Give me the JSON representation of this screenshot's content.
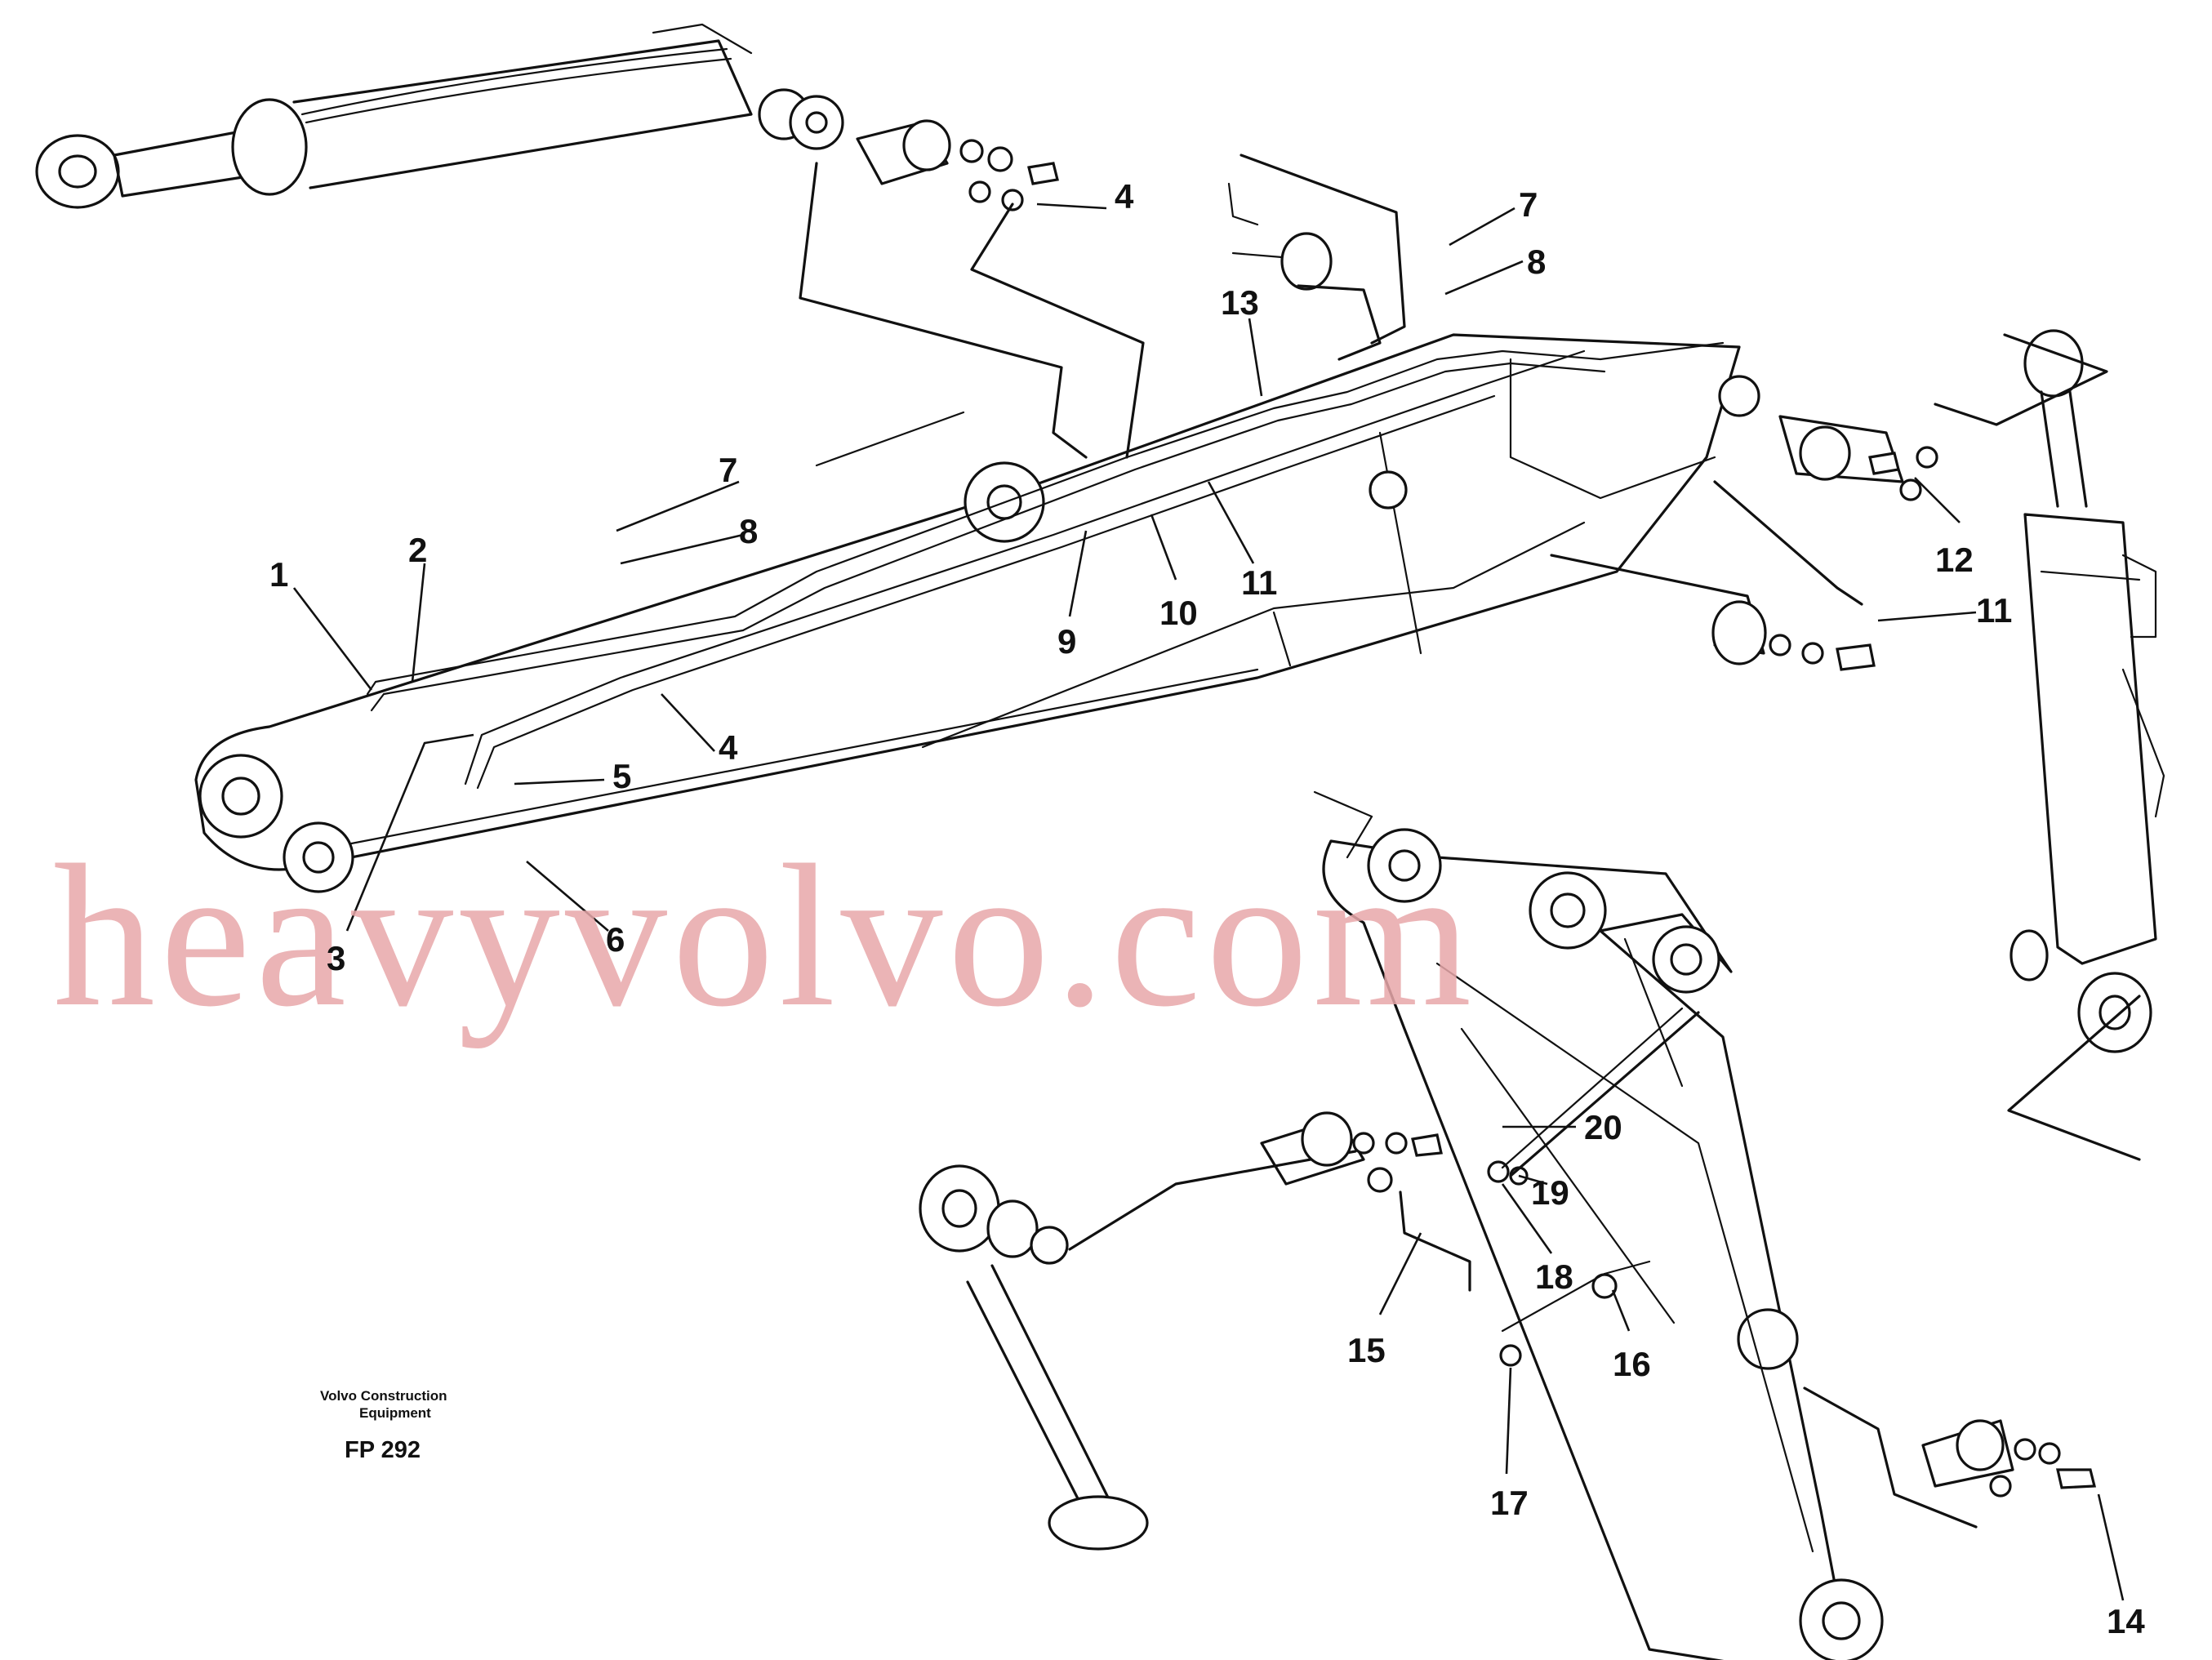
{
  "callouts": [
    "1",
    "2",
    "3",
    "4",
    "4",
    "5",
    "6",
    "7",
    "7",
    "8",
    "8",
    "9",
    "10",
    "11",
    "11",
    "12",
    "13",
    "14",
    "15",
    "16",
    "17",
    "18",
    "19",
    "20"
  ],
  "watermark": "heavyvolvo.com",
  "footer": {
    "maker_line1": "Volvo Construction",
    "maker_line2": "Equipment",
    "figure_id": "FP 292"
  }
}
